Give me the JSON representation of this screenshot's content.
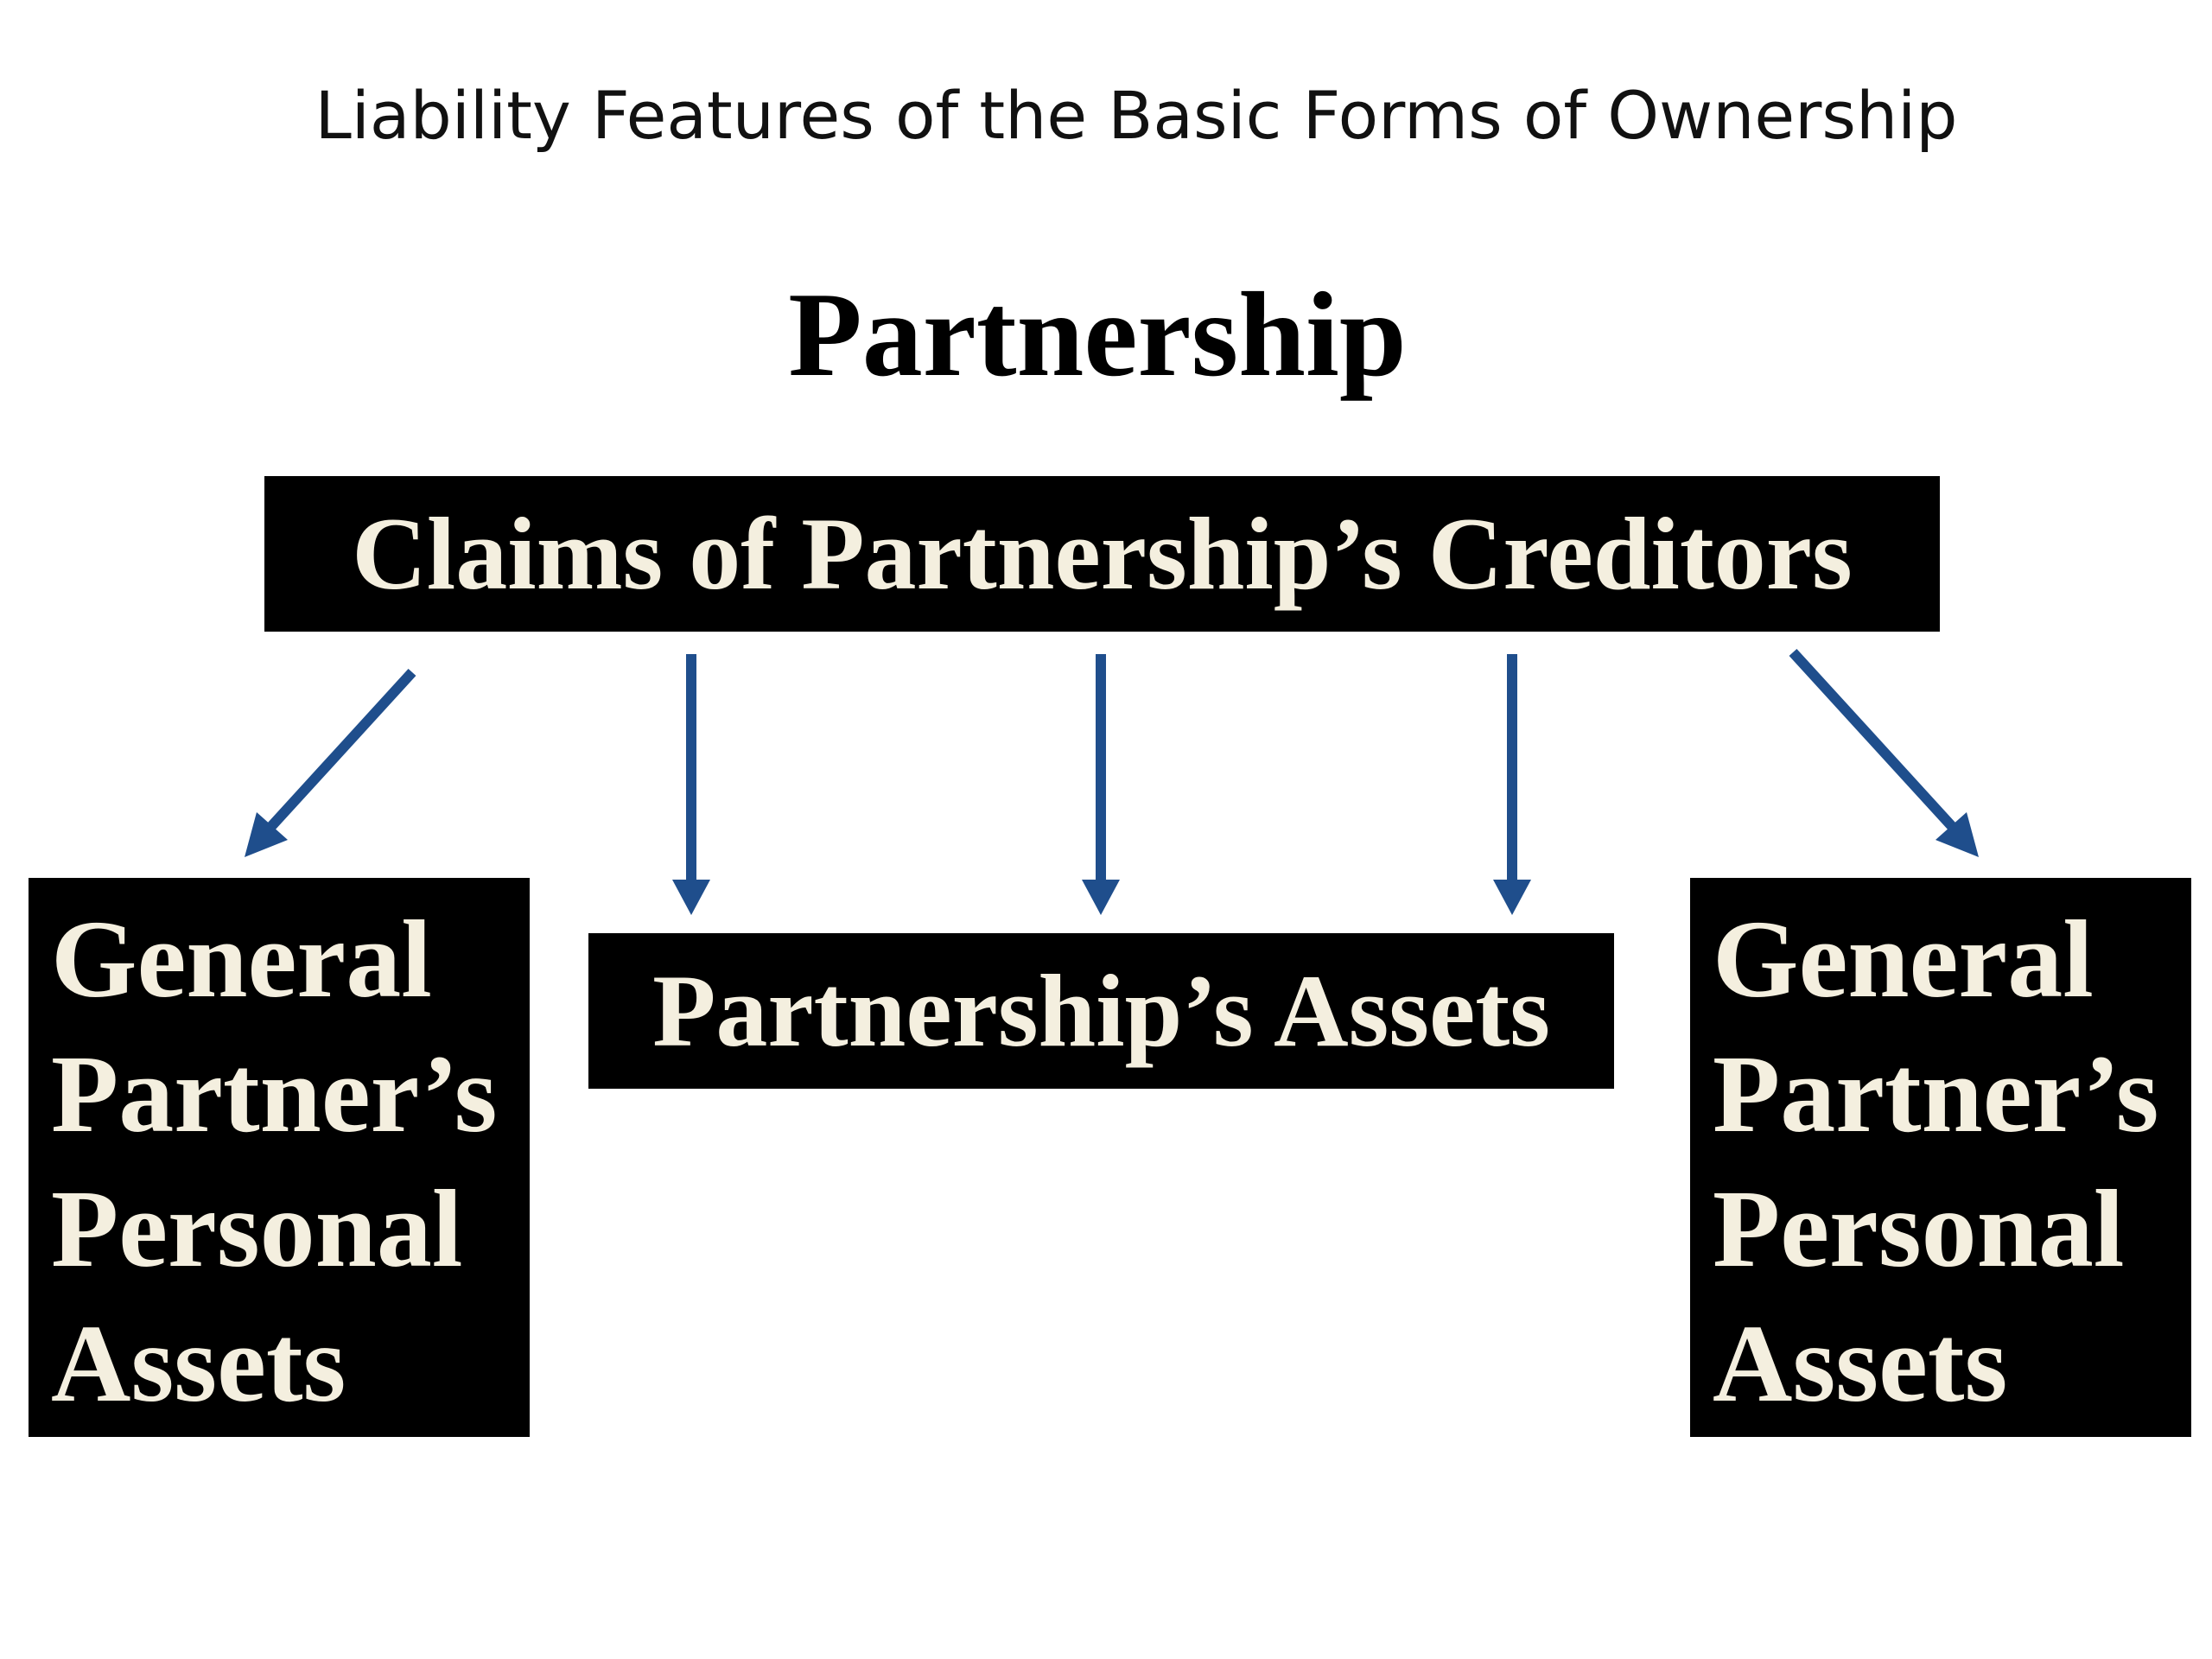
{
  "slide": {
    "title": "Liability Features of the Basic Forms of Ownership",
    "heading": "Partnership"
  },
  "boxes": {
    "creditors": "Claims of Partnership’s Creditors",
    "partnership_assets": "Partnership’s Assets",
    "personal_left": [
      "General",
      "Partner’s",
      "Personal",
      "Assets"
    ],
    "personal_right": [
      "General",
      "Partner’s",
      "Personal",
      "Assets"
    ]
  },
  "colors": {
    "box_fill": "#000000",
    "box_text": "#f4efdf",
    "arrow": "#1f4e8c"
  },
  "arrows": [
    {
      "from": "creditors",
      "to": "personal_left"
    },
    {
      "from": "creditors",
      "to": "partnership_assets"
    },
    {
      "from": "creditors",
      "to": "partnership_assets"
    },
    {
      "from": "creditors",
      "to": "partnership_assets"
    },
    {
      "from": "creditors",
      "to": "personal_right"
    }
  ]
}
